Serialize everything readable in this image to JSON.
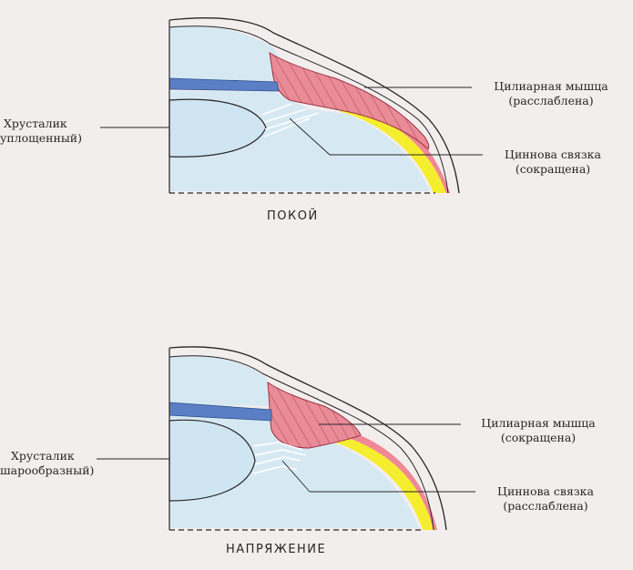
{
  "top": {
    "lens_label": "Хрусталик",
    "lens_state": "уплощенный)",
    "muscle_label": "Цилиарная мышца",
    "muscle_state": "(расслаблена)",
    "zonule_label": "Циннова связка",
    "zonule_state": "(сокращена)",
    "caption": "ПОКОЙ"
  },
  "bottom": {
    "lens_label": "Хрусталик",
    "lens_state": "шарообразный)",
    "muscle_label": "Цилиарная мышца",
    "muscle_state": "(сокращена)",
    "zonule_label": "Циннова связка",
    "zonule_state": "(расслаблена)",
    "caption": "НАПРЯЖЕНИЕ"
  },
  "colors": {
    "background": "#f3eeee",
    "aqueous": "#d6e9f3",
    "lens": "#cfe5f1",
    "iris": "#5a7fc4",
    "ciliary_muscle": "#e98c98",
    "muscle_striation": "#9e3444",
    "choroid": "#f08896",
    "retina_yellow": "#f5ee2e",
    "outline": "#2a2424"
  }
}
